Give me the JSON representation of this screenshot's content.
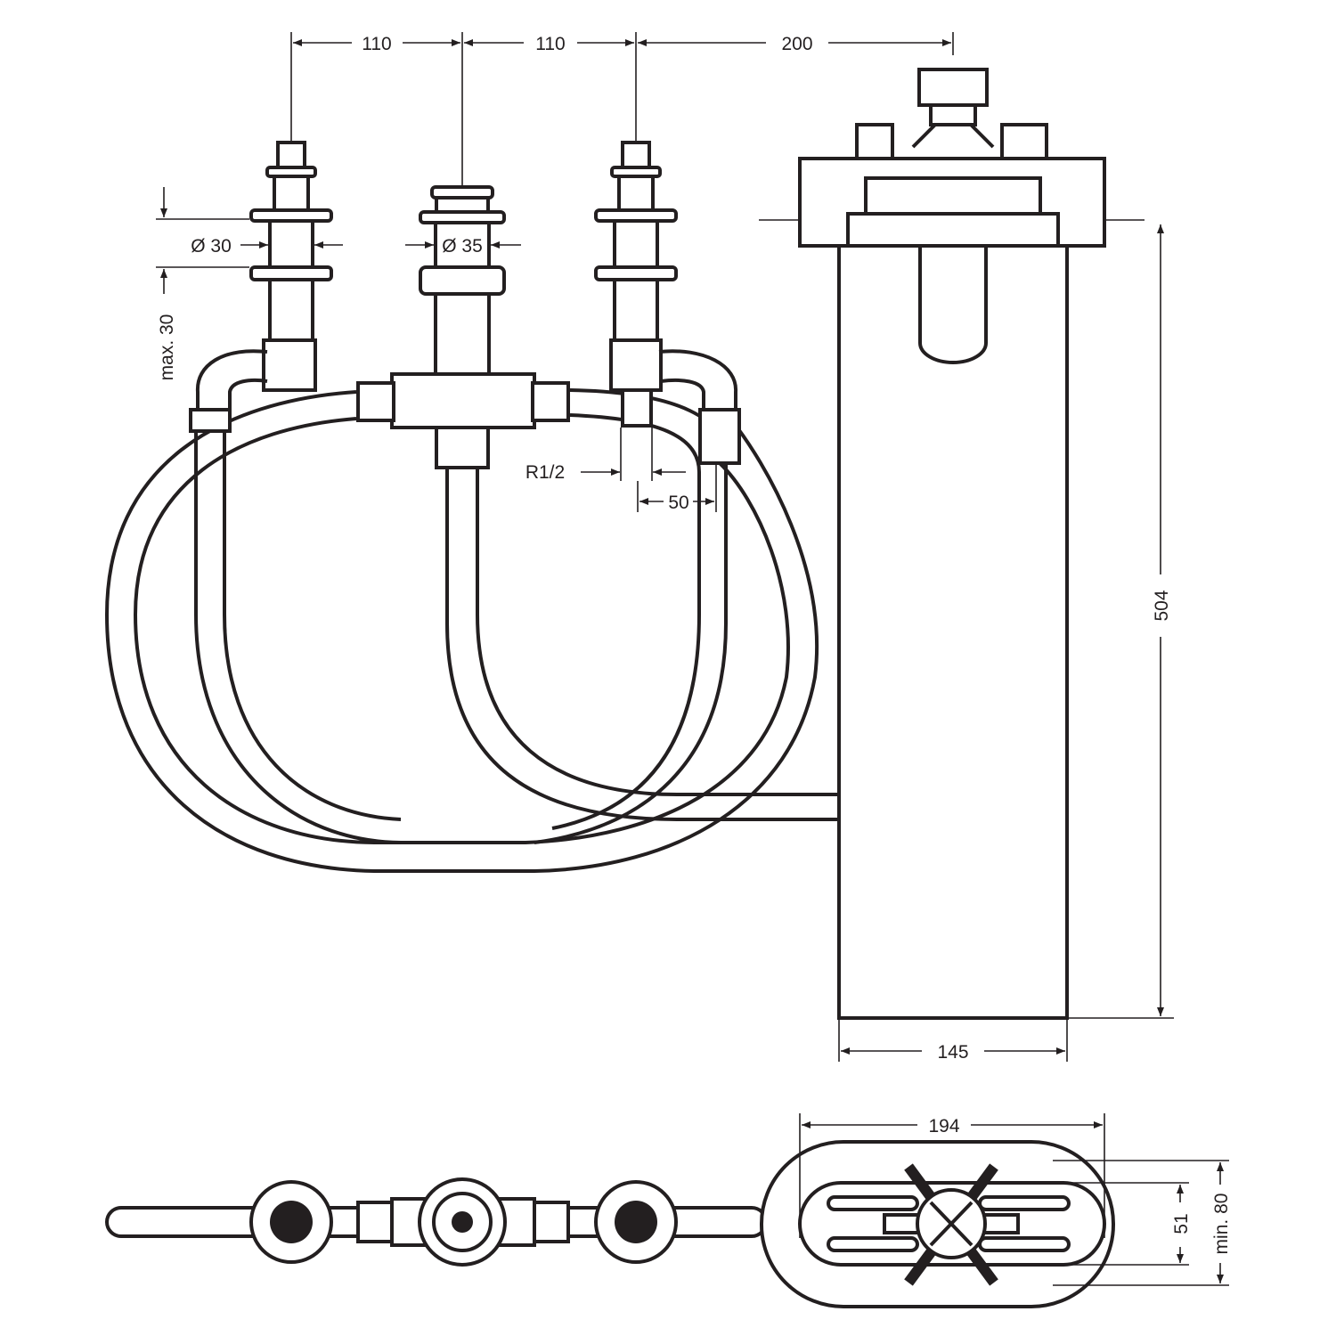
{
  "drawing": {
    "dimensions": {
      "spacing_left": "110",
      "spacing_center": "110",
      "spacing_spout": "200",
      "diameter_side": "Ø 30",
      "diameter_center": "Ø 35",
      "max_deck": "max. 30",
      "thread": "R1/2",
      "offset": "50",
      "spout_height": "504",
      "spout_width": "145",
      "plate_length": "194",
      "plate_inner_height": "51",
      "plate_min_height": "min. 80"
    },
    "colors": {
      "line": "#231f20",
      "background": "#ffffff"
    }
  }
}
